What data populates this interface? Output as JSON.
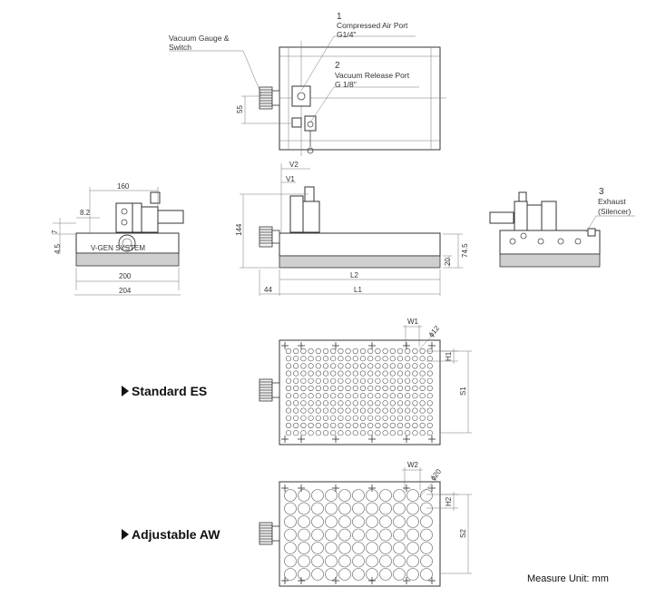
{
  "top_view": {
    "callouts": [
      {
        "number": "1",
        "line1": "Compressed Air Port",
        "line2": "G1/4\""
      },
      {
        "number": "2",
        "line1": "Vacuum Release Port",
        "line2": "G 1/8\""
      }
    ],
    "gauge_line1": "Vacuum Gauge &",
    "gauge_line2": "Switch",
    "dim_55": "55"
  },
  "front_view": {
    "dim_160": "160",
    "dim_82": "8.2",
    "dim_7": "7",
    "dim_45": "4.5",
    "dim_200": "200",
    "dim_204": "204",
    "brand": "V-GEN SYSTEM"
  },
  "side_view": {
    "dim_V2": "V2",
    "dim_V1": "V1",
    "dim_144": "144",
    "dim_745": "74.5",
    "dim_20": "20",
    "dim_L2": "L2",
    "dim_44": "44",
    "dim_L1": "L1"
  },
  "right_view": {
    "callout_number": "3",
    "callout_line1": "Exhaust",
    "callout_line2": "(Silencer)"
  },
  "standard": {
    "title": "Standard ES",
    "dim_W1": "W1",
    "dim_phi12": "ϕ12",
    "dim_H1": "H1",
    "dim_S1": "S1"
  },
  "adjustable": {
    "title": "Adjustable AW",
    "dim_W2": "W2",
    "dim_phi20": "ϕ20",
    "dim_H2": "H2",
    "dim_S2": "S2"
  },
  "footer": {
    "unit": "Measure Unit: mm"
  },
  "icons": [
    "triangle-marker-icon",
    "vacuum-gauge-icon"
  ]
}
